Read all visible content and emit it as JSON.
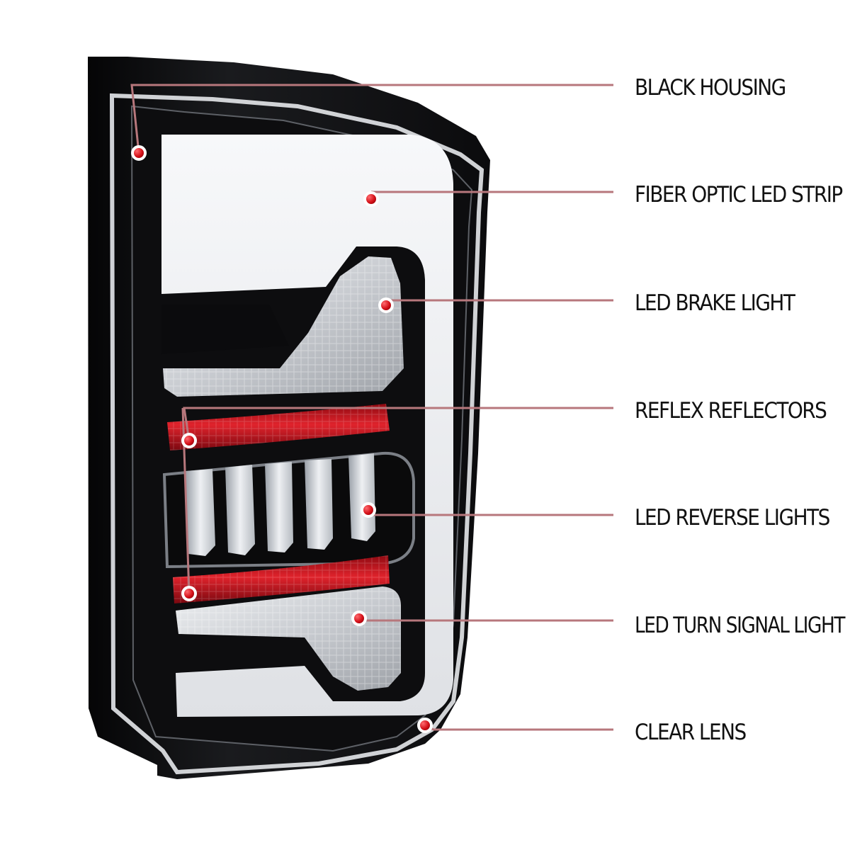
{
  "product": {
    "name": "LED tail light",
    "view": "rear three-quarter"
  },
  "colors": {
    "background": "#ffffff",
    "housing": "#0c0c0e",
    "light_bar": "#ecedf0",
    "clear_lens": "#d8dade",
    "reflector_red": "#c8141e",
    "leader_line": "#b7777c",
    "dot_red": "#d41018",
    "label_text": "#111111"
  },
  "callouts": [
    {
      "id": "black-housing",
      "label": "BLACK HOUSING"
    },
    {
      "id": "fiber-optic-led-strip",
      "label": "FIBER OPTIC LED STRIP"
    },
    {
      "id": "led-brake-light",
      "label": "LED BRAKE LIGHT"
    },
    {
      "id": "reflex-reflectors",
      "label": "REFLEX REFLECTORS"
    },
    {
      "id": "led-reverse-lights",
      "label": "LED REVERSE LIGHTS"
    },
    {
      "id": "led-turn-signal-light",
      "label": "LED TURN SIGNAL LIGHT"
    },
    {
      "id": "clear-lens",
      "label": "CLEAR LENS"
    }
  ]
}
